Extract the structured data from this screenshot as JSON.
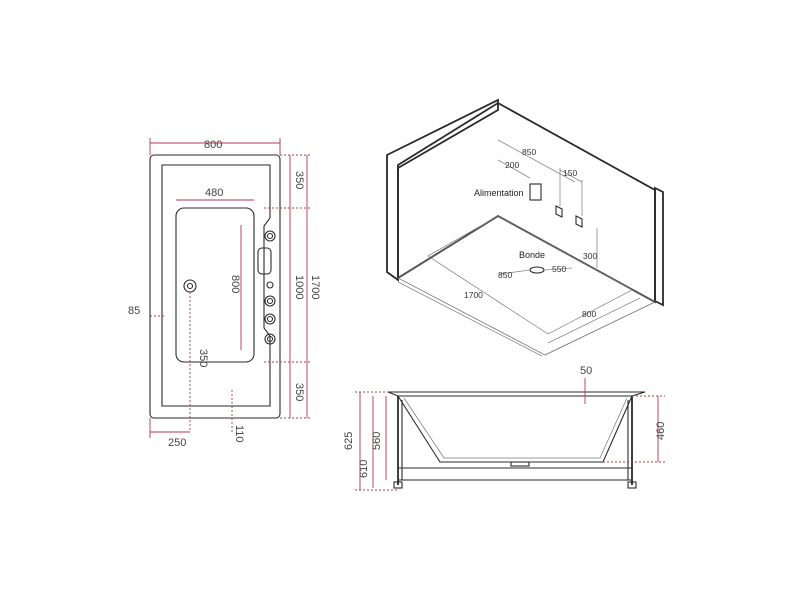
{
  "top_view": {
    "width": "800",
    "inner_width": "480",
    "end_top": "350",
    "inner_length": "1000",
    "total_length": "1700",
    "end_bottom": "350",
    "side_offset": "85",
    "basin_length": "800",
    "drain_offset": "350",
    "bottom_offset": "250",
    "rim": "110"
  },
  "iso_view": {
    "dim_850_top": "850",
    "dim_200": "200",
    "dim_150": "150",
    "dim_300": "300",
    "label_supply": "Alimentation",
    "label_drain": "Bonde",
    "dim_850_drain": "850",
    "dim_550": "550",
    "floor_length": "1700",
    "floor_width": "800"
  },
  "side_view": {
    "top_rim": "50",
    "height_625": "625",
    "height_610": "610",
    "height_560": "560",
    "height_460": "460"
  },
  "colors": {
    "dimension": "#b23a48",
    "line": "#2a2a2a"
  }
}
